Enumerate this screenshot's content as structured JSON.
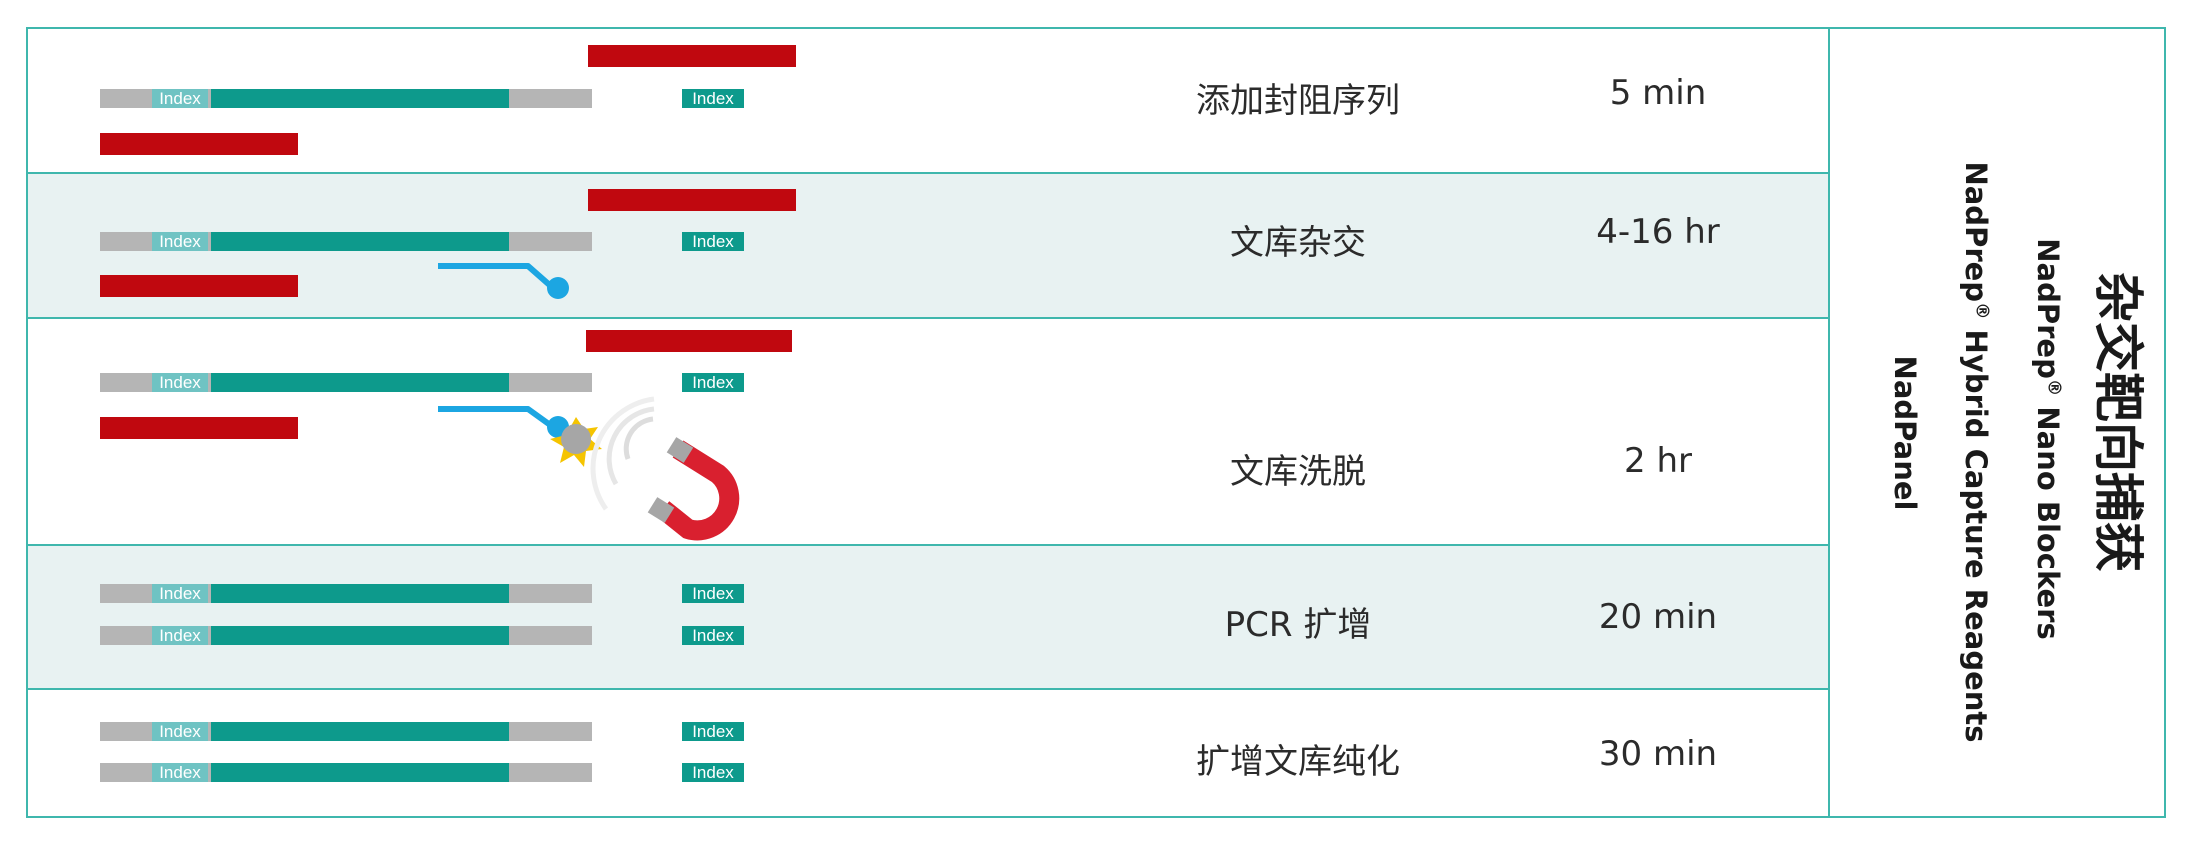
{
  "index_label": "Index",
  "steps": [
    {
      "name": "添加封阻序列",
      "time": "5 min"
    },
    {
      "name": "文库杂交",
      "time": "4-16 hr"
    },
    {
      "name": "文库洗脱",
      "time": "2 hr"
    },
    {
      "name": "PCR 扩增",
      "time": "20 min"
    },
    {
      "name": "扩增文库纯化",
      "time": "30 min"
    }
  ],
  "sidebar": {
    "title": "杂交靶向捕获",
    "products": [
      {
        "brand": "NadPrep",
        "mark": "®",
        "name": " Nano Blockers"
      },
      {
        "brand": "NadPrep",
        "mark": "®",
        "name": " Hybrid Capture Reagents"
      },
      {
        "brand": "NadPanel",
        "mark": "",
        "name": ""
      }
    ]
  },
  "colors": {
    "border": "#3fb7ad",
    "row_alt": "#e8f2f2",
    "adapter_gray": "#b5b5b5",
    "index_teal": "#6fc3c3",
    "insert_teal": "#0d9a8c",
    "blocker_red": "#c0080f",
    "probe_blue": "#1ca6e2",
    "magnet_red": "#d9202f",
    "bead_gray": "#a6a6a6",
    "burst_yellow": "#f5c400"
  }
}
